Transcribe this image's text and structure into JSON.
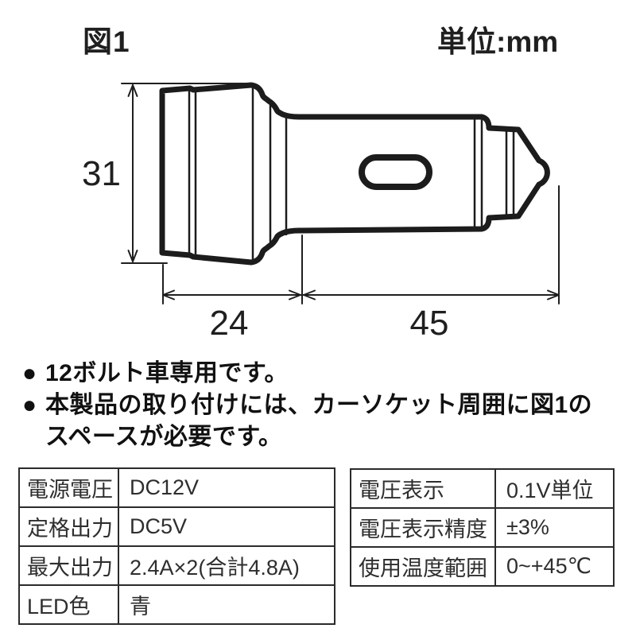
{
  "header": {
    "figure_label": "図1",
    "unit_label": "単位:mm"
  },
  "diagram": {
    "dim_height_mm": "31",
    "dim_plug_section_mm": "24",
    "dim_body_section_mm": "45"
  },
  "notes": [
    {
      "bullet": "●",
      "text": "12ボルト車専用です。"
    },
    {
      "bullet": "●",
      "text": "本製品の取り付けには、カーソケット周囲に図1のスペースが必要です。"
    }
  ],
  "spec_table_left": {
    "rows": [
      {
        "label": "電源電圧",
        "value": "DC12V"
      },
      {
        "label": "定格出力",
        "value": "DC5V"
      },
      {
        "label": "最大出力",
        "value": "2.4A×2(合計4.8A)"
      },
      {
        "label": "LED色",
        "value": "青"
      }
    ]
  },
  "spec_table_right": {
    "rows": [
      {
        "label": "電圧表示",
        "value": "0.1V単位"
      },
      {
        "label": "電圧表示精度",
        "value": "±3%"
      },
      {
        "label": "使用温度範囲",
        "value": "0~+45℃"
      }
    ]
  }
}
